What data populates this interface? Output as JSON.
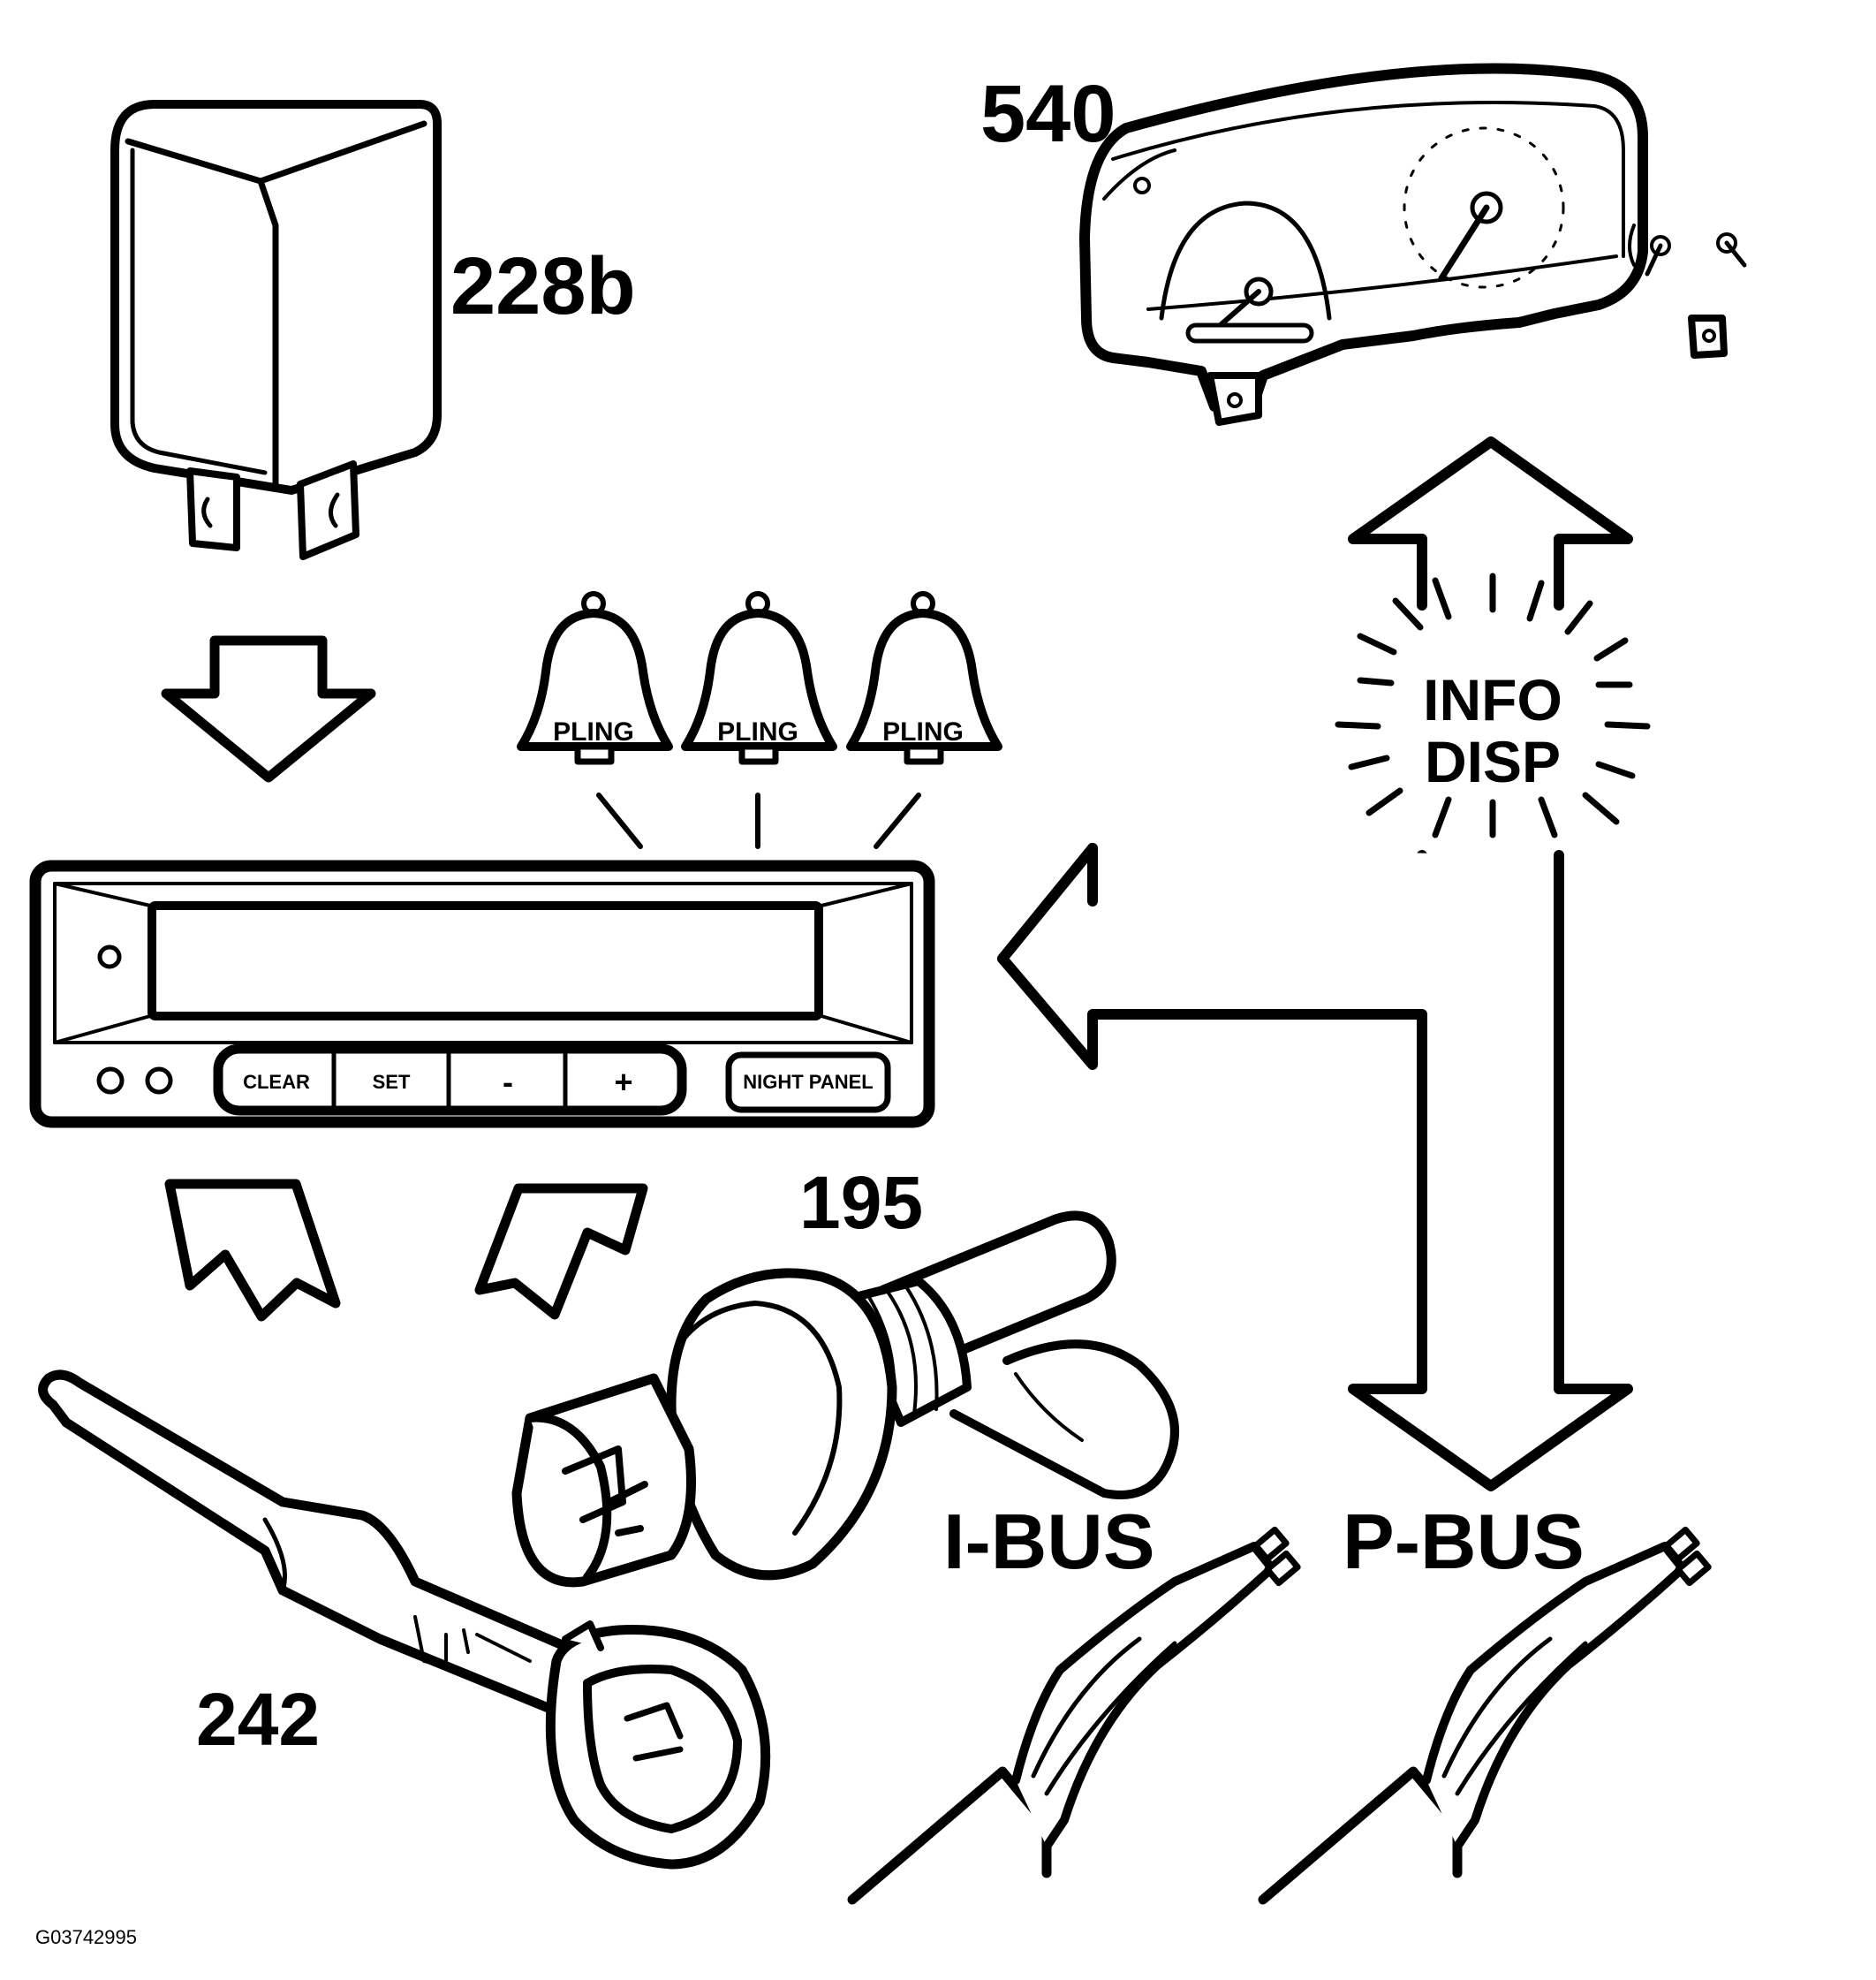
{
  "labels": {
    "relay": "228b",
    "cluster": "540",
    "sensor_195": "195",
    "sensor_242": "242",
    "i_bus": "I-BUS",
    "p_bus": "P-BUS",
    "info_disp_line1": "INFO",
    "info_disp_line2": "DISP",
    "figure_id": "G03742995"
  },
  "bells": [
    "PLING",
    "PLING",
    "PLING"
  ],
  "display_buttons": {
    "clear": "CLEAR",
    "set": "SET",
    "minus": "-",
    "plus": "+",
    "night_panel": "NIGHT PANEL"
  }
}
